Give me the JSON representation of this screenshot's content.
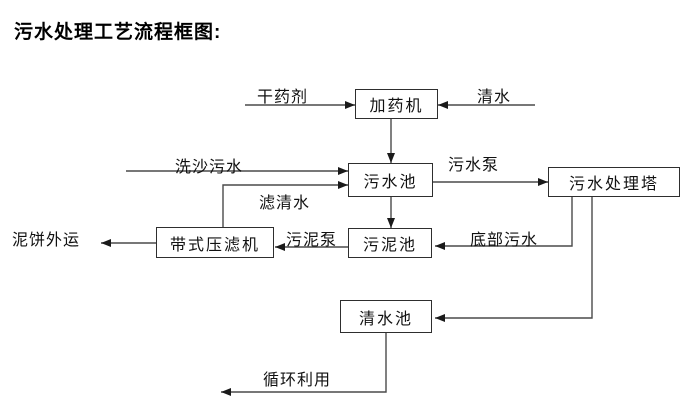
{
  "title": "污水处理工艺流程框图:",
  "nodes": {
    "dosing_machine": {
      "label": "加药机"
    },
    "sewage_pool": {
      "label": "污水池"
    },
    "treatment_tower": {
      "label": "污水处理塔"
    },
    "belt_filter_press": {
      "label": "带式压滤机"
    },
    "sludge_pool": {
      "label": "污泥池"
    },
    "clean_water_pool": {
      "label": "清水池"
    }
  },
  "flow_labels": {
    "dry_chemical": "干药剂",
    "clean_water": "清水",
    "sand_washing_sewage": "洗沙污水",
    "filtered_water": "滤清水",
    "sewage_pump": "污水泵",
    "sludge_pump": "污泥泵",
    "mud_cake_out": "泥饼外运",
    "bottom_sewage": "底部污水",
    "recycle_use": "循环利用"
  },
  "edges": [
    {
      "from": "干药剂",
      "to": "加药机",
      "label": "干药剂"
    },
    {
      "from": "清水",
      "to": "加药机",
      "label": "清水"
    },
    {
      "from": "加药机",
      "to": "污水池",
      "label": ""
    },
    {
      "from": "洗沙污水",
      "to": "污水池",
      "label": "洗沙污水"
    },
    {
      "from": "带式压滤机",
      "to": "污水池",
      "label": "滤清水"
    },
    {
      "from": "污水池",
      "to": "污水处理塔",
      "label": "污水泵"
    },
    {
      "from": "污水池",
      "to": "污泥池",
      "label": ""
    },
    {
      "from": "污泥池",
      "to": "带式压滤机",
      "label": "污泥泵"
    },
    {
      "from": "带式压滤机",
      "to": "泥饼外运",
      "label": "泥饼外运"
    },
    {
      "from": "污水处理塔",
      "to": "污泥池",
      "label": "底部污水"
    },
    {
      "from": "污水处理塔",
      "to": "清水池",
      "label": ""
    },
    {
      "from": "清水池",
      "to": "循环利用",
      "label": "循环利用"
    }
  ],
  "colors": {
    "line": "#4a4a4a",
    "arrowhead": "#1a1a1a",
    "border": "#2e2e2e",
    "text": "#111111",
    "background": "#ffffff"
  }
}
